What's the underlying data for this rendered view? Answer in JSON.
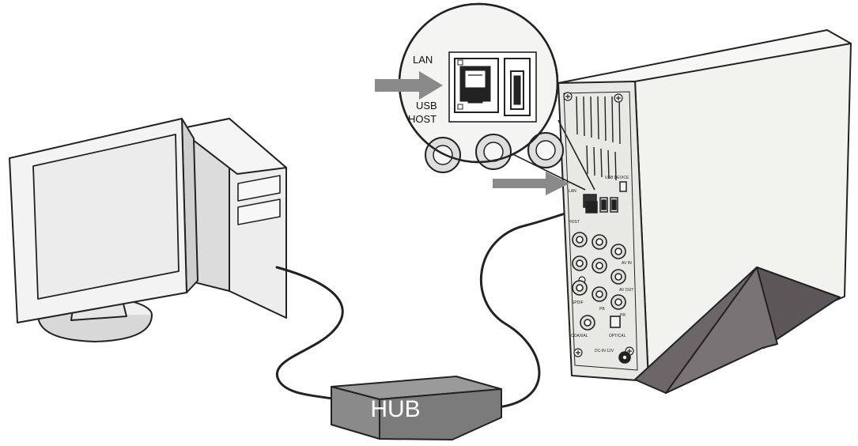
{
  "hub": {
    "label": "HUB"
  },
  "callout": {
    "lan": "LAN",
    "usb": "USB",
    "host": "HOST"
  },
  "panel": {
    "lan": "LAN",
    "host": "HOST",
    "usb_device": "USB DEVICE",
    "spdif": "SPDIF",
    "pb": "PB",
    "pr": "PR",
    "coaxial": "COAXIAL",
    "optical": "OPTICAL",
    "dc_in": "DC-IN 12V",
    "av_out": "AV OUT",
    "av_in": "AV IN"
  },
  "colors": {
    "outline": "#222222",
    "device_body": "#f2f2ef",
    "device_side": "#e4e4e0",
    "monitor_screen": "#ececec",
    "hub_top": "#9a9a9a",
    "hub_front": "#7b7b7b",
    "hub_text": "#ffffff",
    "stand": "#6d6668",
    "arrow": "#8a8a8a",
    "cable": "#222222"
  }
}
